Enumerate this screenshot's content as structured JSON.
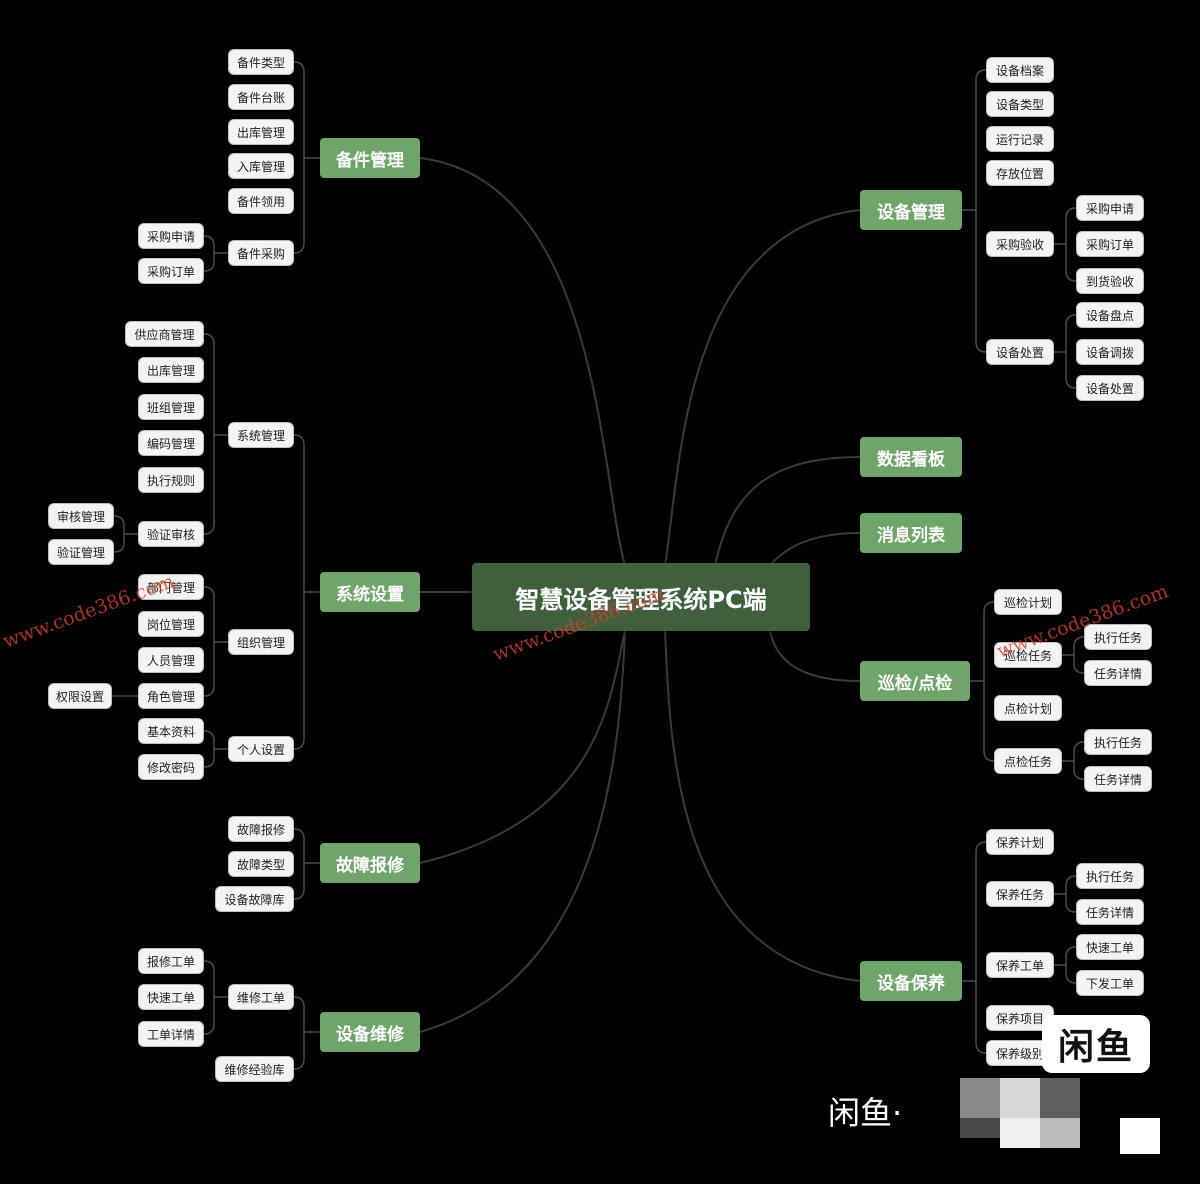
{
  "central": "智慧设备管理系统PC端",
  "branches": {
    "spare_parts": {
      "label": "备件管理",
      "items": [
        "备件类型",
        "备件台账",
        "出库管理",
        "入库管理",
        "备件领用",
        "备件采购"
      ],
      "sub": {
        "purchase": [
          "采购申请",
          "采购订单"
        ]
      }
    },
    "system": {
      "label": "系统设置",
      "items": [
        "系统管理",
        "组织管理",
        "个人设置"
      ],
      "sys_mgmt": [
        "供应商管理",
        "出库管理",
        "班组管理",
        "编码管理",
        "执行规则",
        "验证审核"
      ],
      "verify": [
        "审核管理",
        "验证管理"
      ],
      "org": [
        "部门管理",
        "岗位管理",
        "人员管理",
        "角色管理"
      ],
      "role": [
        "权限设置"
      ],
      "personal": [
        "基本资料",
        "修改密码"
      ]
    },
    "fault": {
      "label": "故障报修",
      "items": [
        "故障报修",
        "故障类型",
        "设备故障库"
      ]
    },
    "repair": {
      "label": "设备维修",
      "items": [
        "维修工单",
        "维修经验库"
      ],
      "orders": [
        "报修工单",
        "快速工单",
        "工单详情"
      ]
    },
    "equipment": {
      "label": "设备管理",
      "items": [
        "设备档案",
        "设备类型",
        "运行记录",
        "存放位置",
        "采购验收",
        "设备处置"
      ],
      "acceptance": [
        "采购申请",
        "采购订单",
        "到货验收"
      ],
      "disposal": [
        "设备盘点",
        "设备调拨",
        "设备处置"
      ]
    },
    "dashboard": {
      "label": "数据看板"
    },
    "messages": {
      "label": "消息列表"
    },
    "inspection": {
      "label": "巡检/点检",
      "items": [
        "巡检计划",
        "巡检任务",
        "点检计划",
        "点检任务"
      ],
      "patrol_task": [
        "执行任务",
        "任务详情"
      ],
      "spot_task": [
        "执行任务",
        "任务详情"
      ]
    },
    "maintenance": {
      "label": "设备保养",
      "items": [
        "保养计划",
        "保养任务",
        "保养工单",
        "保养项目",
        "保养级别"
      ],
      "task": [
        "执行任务",
        "任务详情"
      ],
      "order": [
        "快速工单",
        "下发工单"
      ]
    }
  },
  "watermark": "www.code386.com",
  "badge": "闲鱼",
  "footer": "闲鱼·"
}
